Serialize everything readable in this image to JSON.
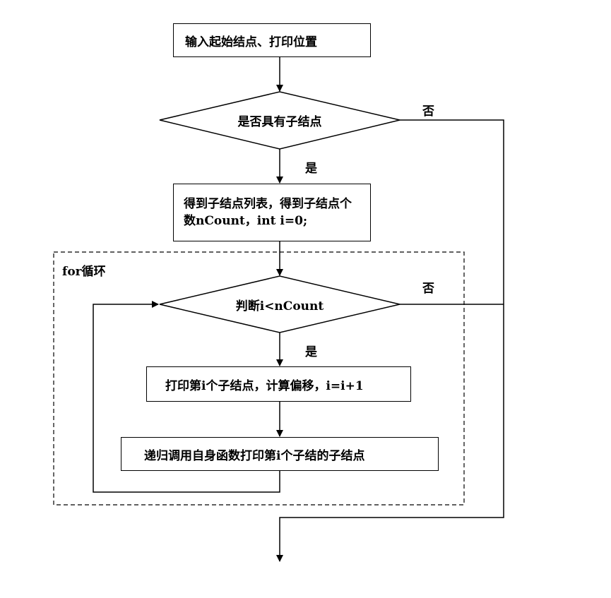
{
  "nodes": {
    "start": "输入起始结点、打印位置",
    "has_children": "是否具有子结点",
    "get_list": "得到子结点列表，得到子结点个数nCount，int i=0;",
    "condition": "判断i<nCount",
    "print_child": "打印第i个子结点，计算偏移，i=i+1",
    "recurse": "递归调用自身函数打印第i个子结的子结点"
  },
  "loop_label": "for循环",
  "edge_labels": {
    "has_children_no": "否",
    "has_children_yes": "是",
    "condition_no": "否",
    "condition_yes": "是"
  }
}
